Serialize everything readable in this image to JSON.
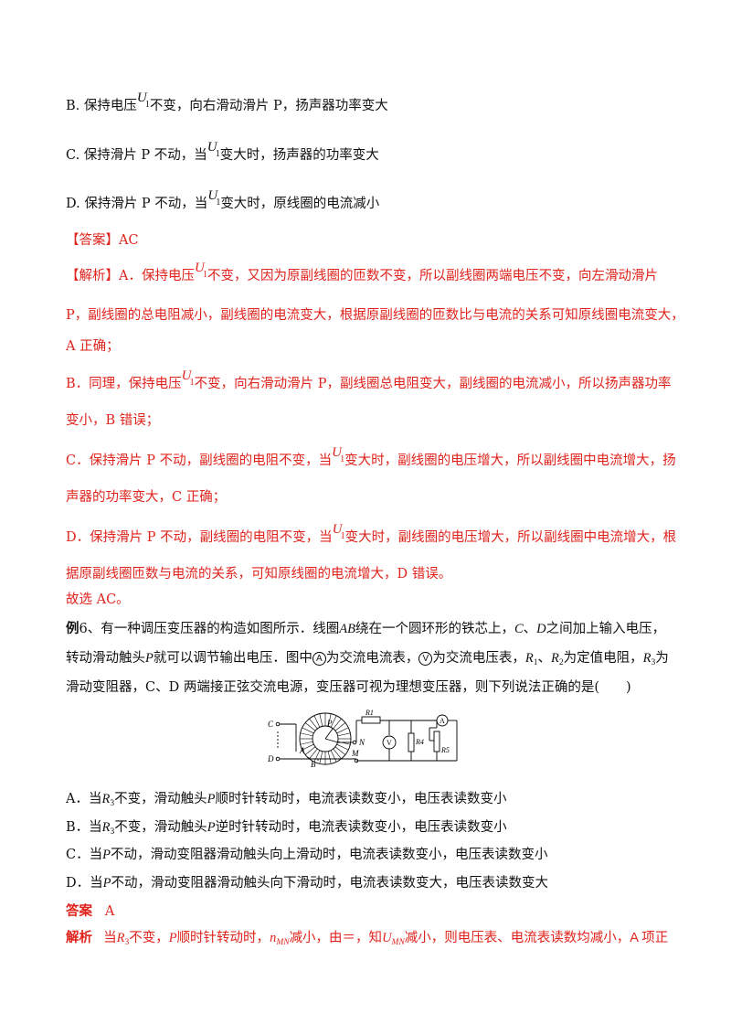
{
  "q5": {
    "optB": {
      "a": "B. 保持电压",
      "u": "U",
      "s": "1",
      "b": "不变，向右滑动滑片 P，扬声器功率变大"
    },
    "optC": {
      "a": "C. 保持滑片 P 不动，当",
      "u": "U",
      "s": "1",
      "b": "变大时，扬声器的功率变大"
    },
    "optD": {
      "a": "D. 保持滑片 P 不动，当",
      "u": "U",
      "s": "1",
      "b": "变大时，原线圈的电流减小"
    },
    "answer": "【答案】AC",
    "analysis": [
      {
        "a": "【解析】A．保持电压",
        "u": "U",
        "s": "1",
        "b": "不变，又因为原副线圈的匝数不变，所以副线圈两端电压不变，向左滑动滑片"
      },
      {
        "a": "P，副线圈的总电阻减小，副线圈的电流变大，根据原副线圈的匝数比与电流的关系可知原线圈电流变大，"
      },
      {
        "a": "A 正确；"
      },
      {
        "a": "B．同理，保持电压",
        "u": "U",
        "s": "1",
        "b": "不变，向右滑动滑片 P，副线圈总电阻变大，副线圈的电流减小，所以扬声器功率"
      },
      {
        "a": "变小，B 错误；"
      },
      {
        "a": "C．保持滑片 P 不动，副线圈的电阻不变，当",
        "u": "U",
        "s": "1",
        "b": "变大时，副线圈的电压增大，所以副线圈中电流增大，扬"
      },
      {
        "a": "声器的功率变大，C 正确；"
      },
      {
        "a": "D．保持滑片 P 不动，副线圈的电阻不变，当",
        "u": "U",
        "s": "1",
        "b": "变大时，副线圈的电压增大，所以副线圈中电流增大，根"
      },
      {
        "a": "据原副线圈匝数与电流的关系，可知原线圈的电流增大，D 错误。"
      }
    ],
    "conclusion": "故选 AC。"
  },
  "q6": {
    "label": "例",
    "num": "6、有一种调压变压器的构造如图所示．线圈",
    "AB": "AB",
    "l1b": "绕在一个圆环形的铁芯上，",
    "C": "C",
    "dot": "、",
    "D": "D",
    "l1c": "之间加上输入电压，",
    "l2a": "转动滑动触头",
    "P": "P",
    "l2b": "就可以调节输出电压．图中",
    "ammeter_sym": "A",
    "l2c": "为交流电流表，",
    "voltmeter_sym": "V",
    "l2d": "为交流电压表，",
    "R": "R",
    "r1": "1",
    "r2": "2",
    "r3": "3",
    "l2e": "为定值电阻，",
    "l2f": "为",
    "l3": "滑动变阻器，C、D 两端接正弦交流电源，变压器可视为理想变压器，则下列说法正确的是(　　)",
    "diagram_labels": {
      "C": "C",
      "D": "D",
      "A": "A",
      "B": "B",
      "P": "P",
      "N": "N",
      "M": "M",
      "R1": "R1",
      "R4": "R4",
      "R5": "R5",
      "V": "V",
      "Am": "A"
    },
    "optA": {
      "a": "A．当",
      "r": "3",
      "b": "不变，滑动触头",
      "c": "顺时针转动时，电流表读数变小，电压表读数变小"
    },
    "optB": {
      "a": "B．当",
      "r": "3",
      "b": "不变，滑动触头",
      "c": "逆时针转动时，电流表读数变小，电压表读数变小"
    },
    "optC": {
      "a": "C．当",
      "b": "不动，滑动变阻器滑动触头向上滑动时，电流表读数变小，电压表读数变小"
    },
    "optD": {
      "a": "D．当",
      "b": "不动，滑动变阻器滑动触头向下滑动时，电流表读数变大，电压表读数变大"
    },
    "answer_label": "答案",
    "answer": "A",
    "analysis": {
      "label": "解析",
      "a": "当",
      "r": "3",
      "b": "不变，",
      "c": "顺时针转动时，",
      "n": "n",
      "mn": "MN",
      "d": "减小，由＝，知",
      "u": "U",
      "e": "减小，则电压表、电流表读数均减小，A 项正"
    }
  }
}
